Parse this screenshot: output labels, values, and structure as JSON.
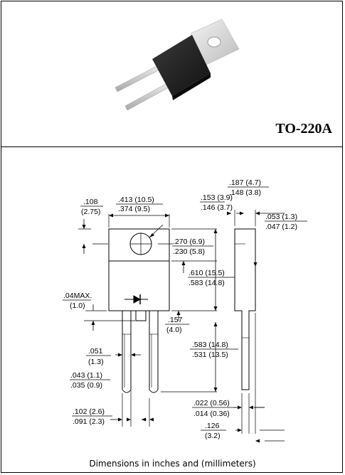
{
  "package_label": "TO-220A",
  "caption": "Dimensions in inches and (millimeters)",
  "dimensions": {
    "body_width_max": ".413 (10.5)",
    "body_width_min": ".374 (9.5)",
    "hole_dia_max": ".153 (3.9)",
    "hole_dia_min": ".146 (3.7)",
    "tab_offset_max": ".108",
    "tab_offset_min": "(2.75)",
    "hole_center_max": ".270 (6.9)",
    "hole_center_min": ".230 (5.8)",
    "body_height_max": ".610 (15.5)",
    "body_height_min": ".583 (14.8)",
    "standoff_max": ".04MAX.",
    "standoff_min": "(1.0)",
    "pin_spacing_in": ".157",
    "pin_spacing_mm": "(4.0)",
    "lead_length_max": ".583 (14.8)",
    "lead_length_min": ".531 (13.5)",
    "lead_shoulder_in": ".051",
    "lead_shoulder_mm": "(1.3)",
    "lead_width_max": ".043 (1.1)",
    "lead_width_min": ".035 (0.9)",
    "pitch_max": ".102 (2.6)",
    "pitch_min": ".091 (2.3)",
    "total_thick_max": ".187 (4.7)",
    "total_thick_min": ".148 (3.8)",
    "tab_thick_max": ".053 (1.3)",
    "tab_thick_min": ".047 (1.2)",
    "lead_thick_max": ".022 (0.56)",
    "lead_thick_min": ".014 (0.36)",
    "lead_offset_in": ".126",
    "lead_offset_mm": "(3.2)"
  }
}
